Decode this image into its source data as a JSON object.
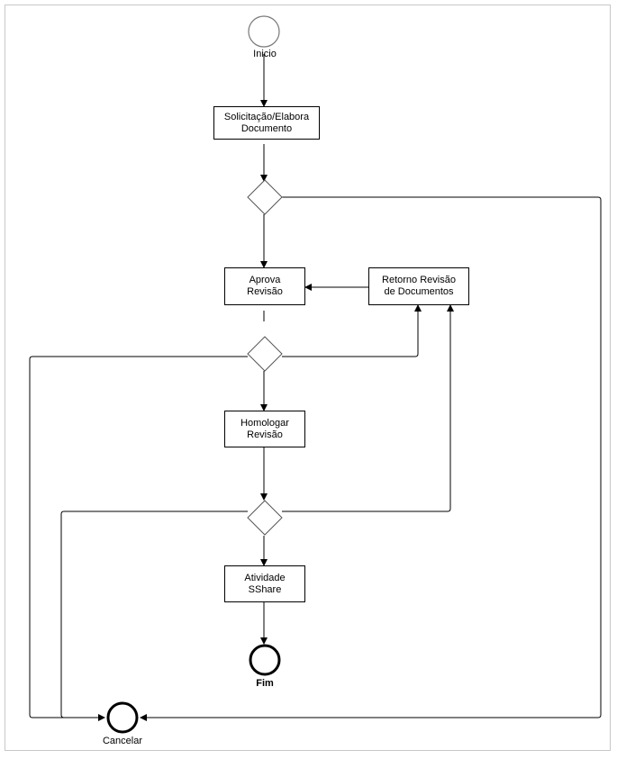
{
  "flow": {
    "start_label": "Inicio",
    "step_elabora": "Solicitação/Elabora\nDocumento",
    "step_aprova": "Aprova\nRevisão",
    "step_retorno": "Retorno Revisão\nde Documentos",
    "step_homologar": "Homologar\nRevisão",
    "step_sshare": "Atividade\nSShare",
    "end_label": "Fim",
    "cancel_label": "Cancelar"
  },
  "colors": {
    "line": "#000000",
    "frame": "#c8c8c8",
    "diamond_stroke": "#555555"
  }
}
